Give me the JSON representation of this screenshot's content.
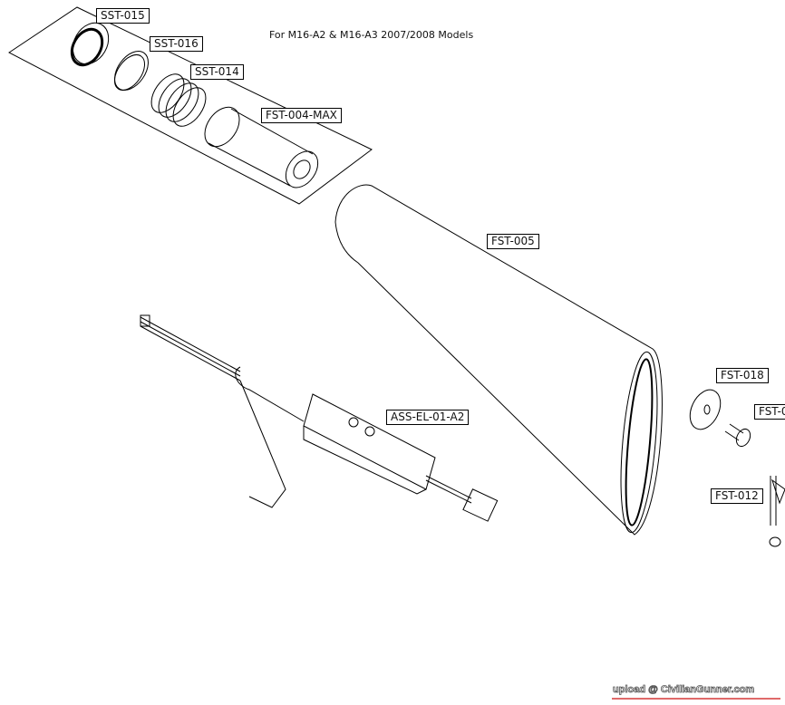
{
  "title": "For M16-A2 & M16-A3 2007/2008 Models",
  "labels": {
    "sst015": "SST-015",
    "sst016": "SST-016",
    "sst014": "SST-014",
    "fst004max": "FST-004-MAX",
    "fst005": "FST-005",
    "assel01a2": "ASS-EL-01-A2",
    "fst018": "FST-018",
    "fst0": "FST-0",
    "fst012": "FST-012"
  },
  "watermark": "upload @ CivilianGunner.com",
  "colors": {
    "line": "#000000",
    "watermark_underline": "#e06a6a"
  }
}
